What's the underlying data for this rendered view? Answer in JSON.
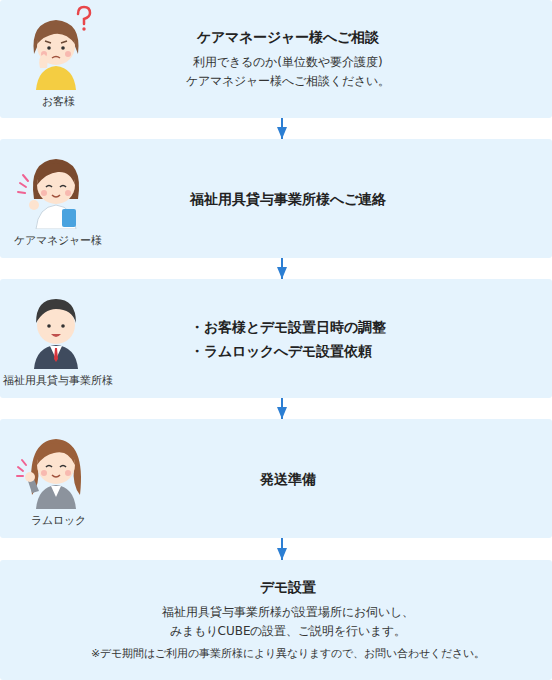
{
  "diagram": {
    "nodes": [
      {
        "text": [
          "お客様",
          "ケアマネージャー様へご相談",
          "利用できるのか(単位数や要介護度) ケアマネジャー様へご相談ください。"
        ]
      },
      {
        "text": [
          "ケアマネジャー様",
          "福祉用具貸与事業所様へご連絡"
        ]
      },
      {
        "text": [
          "福祉用具貸与事業所様",
          "・お客様とデモ設置日時の調整",
          "・ラムロックへデモ設置依頼"
        ]
      },
      {
        "text": [
          "ラムロック",
          "発送準備"
        ]
      },
      {
        "text": [
          "デモ設置",
          "福祉用具貸与事業所様が設置場所にお伺いし、 みまもりCUBEの設置、ご説明を行います。",
          "※デモ期間はご利用の事業所様により異なりますので、お問い合わせください。"
        ]
      }
    ],
    "edges": [
      {
        "from": 0,
        "to": 1,
        "arrow": "to"
      },
      {
        "from": 1,
        "to": 2,
        "arrow": "to"
      },
      {
        "from": 2,
        "to": 3,
        "arrow": "to"
      },
      {
        "from": 3,
        "to": 4,
        "arrow": "to"
      }
    ]
  }
}
